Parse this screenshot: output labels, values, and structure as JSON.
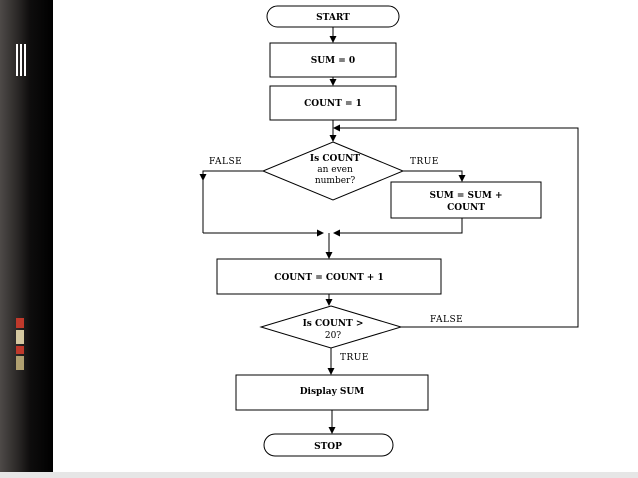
{
  "colors": {
    "sidebar": "#000000",
    "deco_square_1": "#c0392b",
    "deco_square_2": "#d5c8a0",
    "deco_square_3": "#c0392b",
    "deco_square_4": "#b0a070"
  },
  "flowchart": {
    "start": "START",
    "sum_init": "SUM = 0",
    "count_init": "COUNT = 1",
    "decision_even": [
      "Is COUNT",
      "an even",
      "number?"
    ],
    "sum_update": [
      "SUM = SUM +",
      "COUNT"
    ],
    "count_increment": "COUNT = COUNT + 1",
    "decision_limit": [
      "Is COUNT >",
      "20?"
    ],
    "display": "Display SUM",
    "stop": "STOP"
  },
  "edge_labels": {
    "even_false": "FALSE",
    "even_true": "TRUE",
    "limit_false": "FALSE",
    "limit_true": "TRUE"
  }
}
